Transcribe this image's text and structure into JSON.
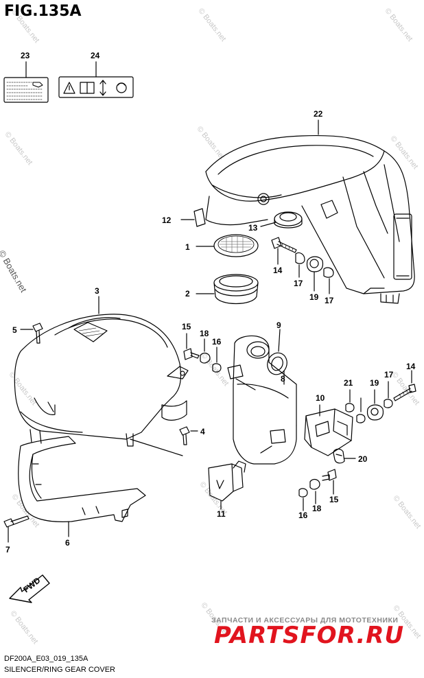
{
  "figure": {
    "title": "FIG.135A",
    "code": "DF200A_E03_019_135A",
    "description": "SILENCER/RING GEAR COVER"
  },
  "watermark": {
    "text": "© Boats.net"
  },
  "branding": {
    "subtitle": "ЗАПЧАСТИ И АКСЕССУАРЫ ДЛЯ МОТОТЕХНИКИ",
    "name": "PARTSFOR.RU",
    "color": "#e1141e"
  },
  "direction_arrow": {
    "label": "FWD"
  },
  "callouts": [
    {
      "number": "1"
    },
    {
      "number": "2"
    },
    {
      "number": "3"
    },
    {
      "number": "4"
    },
    {
      "number": "5"
    },
    {
      "number": "6"
    },
    {
      "number": "7"
    },
    {
      "number": "8"
    },
    {
      "number": "9"
    },
    {
      "number": "10"
    },
    {
      "number": "11"
    },
    {
      "number": "12"
    },
    {
      "number": "13"
    },
    {
      "number": "14"
    },
    {
      "number": "14"
    },
    {
      "number": "15"
    },
    {
      "number": "15"
    },
    {
      "number": "16"
    },
    {
      "number": "16"
    },
    {
      "number": "17"
    },
    {
      "number": "17"
    },
    {
      "number": "17"
    },
    {
      "number": "18"
    },
    {
      "number": "18"
    },
    {
      "number": "19"
    },
    {
      "number": "19"
    },
    {
      "number": "20"
    },
    {
      "number": "21"
    },
    {
      "number": "22"
    },
    {
      "number": "23"
    },
    {
      "number": "24"
    }
  ]
}
